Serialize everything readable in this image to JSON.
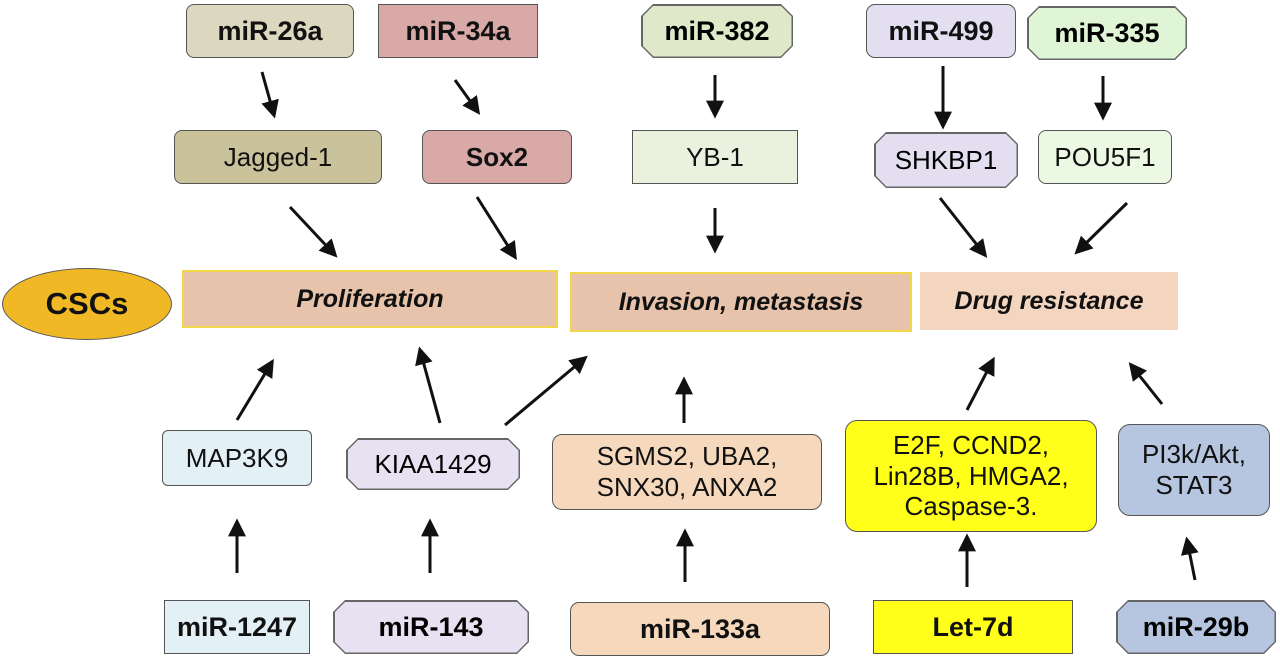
{
  "cscs_label": "CSCs",
  "outcomes": {
    "proliferation": "Proliferation",
    "invasion": "Invasion, metastasis",
    "drug": "Drug resistance"
  },
  "top_mirnas": {
    "mir26a": "miR-26a",
    "mir34a": "miR-34a",
    "mir382": "miR-382",
    "mir499": "miR-499",
    "mir335": "miR-335"
  },
  "top_targets": {
    "jagged1": "Jagged-1",
    "sox2": "Sox2",
    "yb1": "YB-1",
    "shkbp1": "SHKBP1",
    "pou5f1": "POU5F1"
  },
  "bottom_targets": {
    "map3k9": "MAP3K9",
    "kiaa1429": "KIAA1429",
    "sgms2_line1": "SGMS2, UBA2,",
    "sgms2_line2": "SNX30, ANXA2",
    "e2f_line1": "E2F, CCND2,",
    "e2f_line2": "Lin28B, HMGA2,",
    "e2f_line3": "Caspase-3.",
    "pi3k_line1": "PI3k/Akt,",
    "pi3k_line2": "STAT3"
  },
  "bottom_mirnas": {
    "mir1247": "miR-1247",
    "mir143": "miR-143",
    "mir133a": "miR-133a",
    "let7d": "Let-7d",
    "mir29b": "miR-29b"
  },
  "colors": {
    "cscs_fill": "#f0b824",
    "outcome_fill": "#e8c3ab",
    "outcome_border": "#f2d64a",
    "mir26a_fill": "#dcd8bf",
    "jagged1_fill": "#c9c29a",
    "mir34a_fill": "#d9a9a7",
    "sox2_fill": "#d9a9a7",
    "mir382_fill": "#dfe8c8",
    "yb1_fill": "#eaf1de",
    "mir499_fill": "#e4dff0",
    "shkbp1_fill": "#e4dff0",
    "mir335_fill": "#dff5d6",
    "pou5f1_fill": "#ebf9e4",
    "map3k9_fill": "#e3f1f7",
    "mir1247_fill": "#e3f1f7",
    "kiaa1429_fill": "#e8e1f1",
    "mir143_fill": "#e8e1f1",
    "sgms2_fill": "#f6d8bd",
    "mir133a_fill": "#f6d8bd",
    "e2f_fill": "#ffff1a",
    "let7d_fill": "#ffff1a",
    "pi3k_fill": "#b7c6e0",
    "mir29b_fill": "#b7c6e0"
  }
}
